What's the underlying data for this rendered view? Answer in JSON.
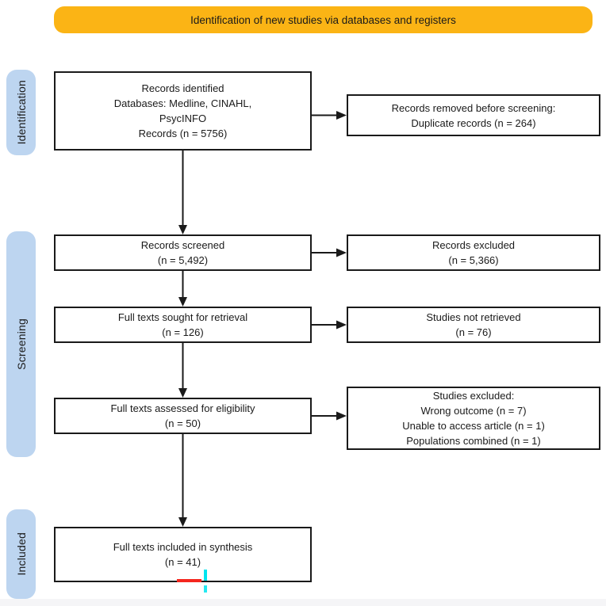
{
  "colors": {
    "banner-bg": "#FBB415",
    "sidebar-bg": "#BDD5F0",
    "artifact-red": "#F4261E",
    "artifact-cyan": "#00E5EF"
  },
  "header": {
    "title": "Identification of new studies via databases and registers"
  },
  "sidebar": {
    "stages": [
      {
        "label": "Identification"
      },
      {
        "label": "Screening"
      },
      {
        "label": "Included"
      }
    ]
  },
  "flow": {
    "main_boxes": [
      {
        "id": "records-identified",
        "lines": [
          "Records identified",
          "Databases: Medline, CINAHL,",
          "PsycINFO",
          "Records (n = 5756)"
        ]
      },
      {
        "id": "records-screened",
        "lines": [
          "Records screened",
          "(n = 5,492)"
        ]
      },
      {
        "id": "full-texts-sought",
        "lines": [
          "Full texts sought for retrieval",
          "(n = 126)"
        ]
      },
      {
        "id": "full-texts-assessed",
        "lines": [
          "Full texts assessed for eligibility",
          "(n = 50)"
        ]
      },
      {
        "id": "full-texts-included",
        "lines": [
          "Full texts included in synthesis",
          "(n = 41)"
        ]
      }
    ],
    "side_boxes": [
      {
        "id": "records-removed",
        "lines": [
          "Records removed before screening:",
          "Duplicate records (n = 264)"
        ]
      },
      {
        "id": "records-excluded",
        "lines": [
          "Records excluded",
          "(n = 5,366)"
        ]
      },
      {
        "id": "studies-not-retrieved",
        "lines": [
          "Studies not retrieved",
          "(n = 76)"
        ]
      },
      {
        "id": "studies-excluded",
        "lines": [
          "Studies excluded:",
          "Wrong outcome (n = 7)",
          "Unable to access article (n = 1)",
          "Populations combined (n = 1)"
        ]
      }
    ]
  }
}
